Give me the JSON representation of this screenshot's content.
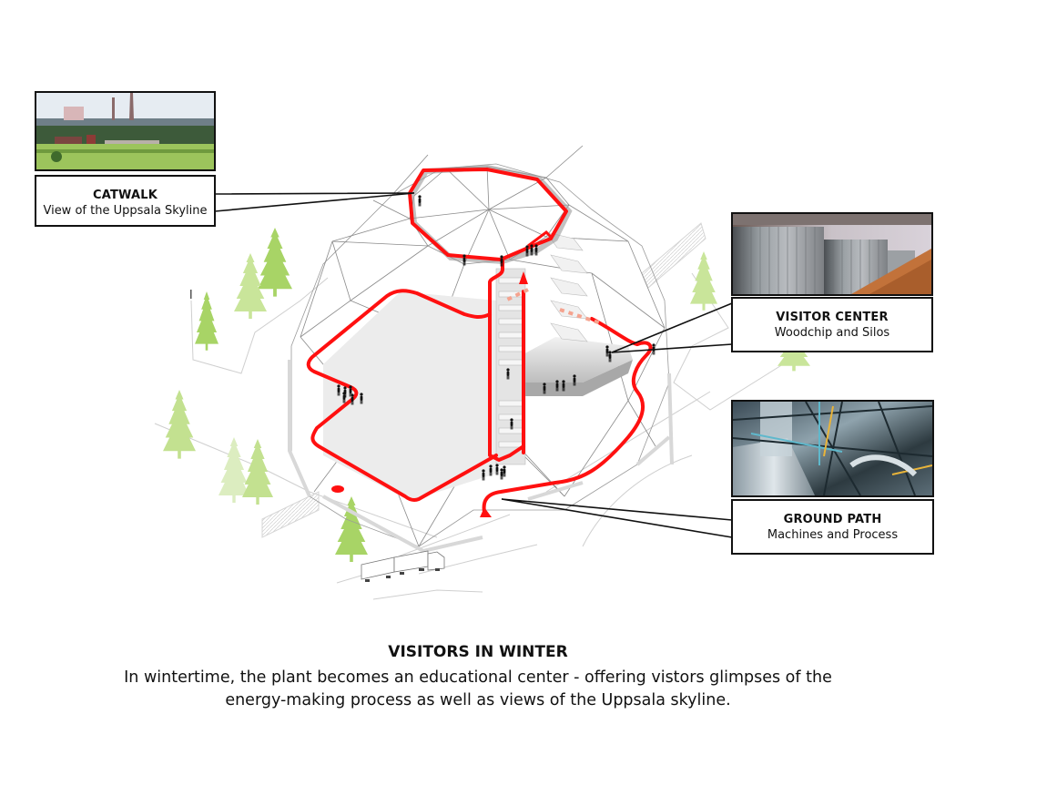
{
  "colors": {
    "path_red": "#ff1010",
    "tree_green": "#a8d466",
    "tree_green_light": "#c9e59a",
    "frame_line": "#999999",
    "callout_border": "#111111"
  },
  "callouts": [
    {
      "id": "catwalk",
      "title": "CATWALK",
      "subtitle": "View of the Uppsala Skyline",
      "photo": "uppsala-skyline-photo"
    },
    {
      "id": "visitor-center",
      "title": "VISITOR CENTER",
      "subtitle": "Woodchip and Silos",
      "photo": "silos-woodchip-photo"
    },
    {
      "id": "ground-path",
      "title": "GROUND PATH",
      "subtitle": "Machines and Process",
      "photo": "industrial-machinery-photo"
    }
  ],
  "caption": {
    "title": "VISITORS IN WINTER",
    "body_line1": "In wintertime, the plant becomes an educational center - offering vistors glimpses of the",
    "body_line2": "energy-making process as well as views of the Uppsala skyline."
  },
  "icons": {
    "trees": "pine-tree-icon",
    "people": "person-silhouette-icon",
    "truck": "truck-icon",
    "arrow": "red-arrow-icon"
  }
}
